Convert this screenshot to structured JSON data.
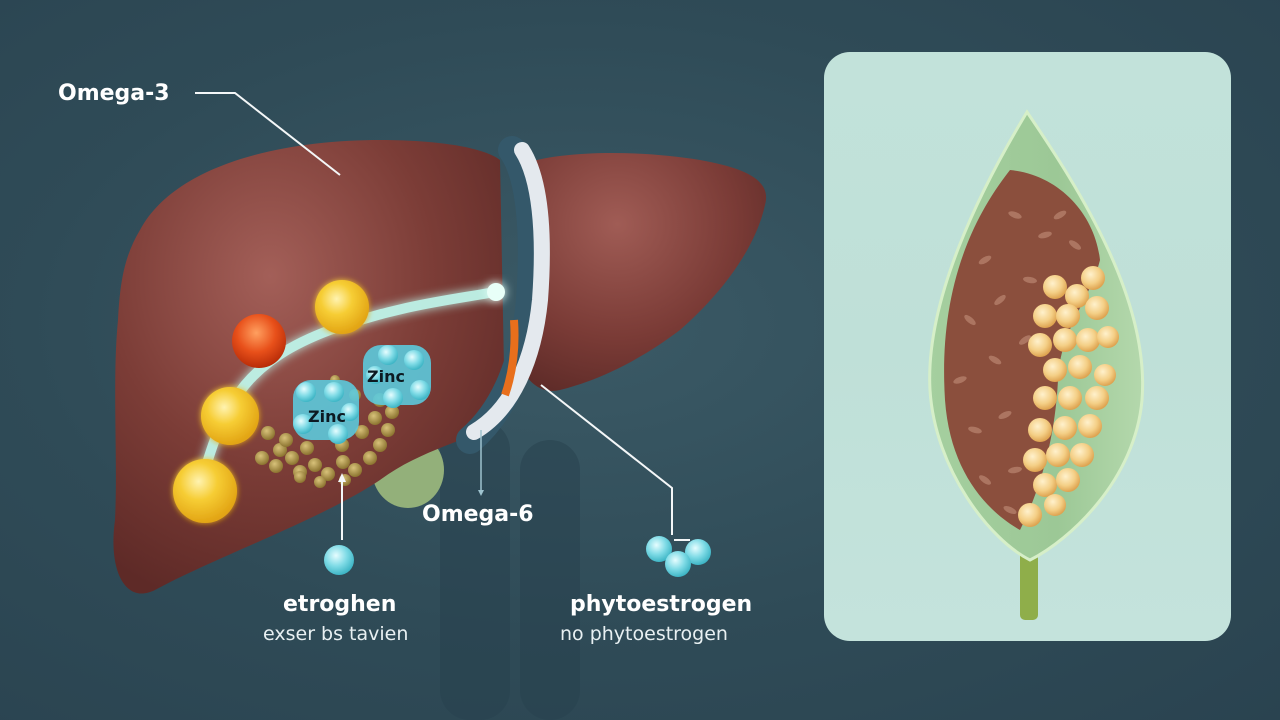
{
  "diagram": {
    "title": "Liver nutrient interaction illustration",
    "labels": {
      "omega3": "Omega-3",
      "omega6": "Omega-6",
      "zinc_1": "Zinc",
      "zinc_2": "Zinc",
      "estrogen_title": "etroghen",
      "estrogen_sub": "exser bs tavien",
      "phyto_title": "phytoestrogen",
      "phyto_sub": "no phytoestrogen"
    },
    "panel": {
      "subject": "leaf-with-flaxseeds-and-soybeans",
      "contents": [
        "flaxseeds",
        "soybeans"
      ]
    },
    "colors": {
      "background": "#2f4b57",
      "liver": "#7a3a35",
      "liver_highlight": "#9a5650",
      "glow_line": "#bff5ea",
      "omega_bead": "#f3c530",
      "red_bead": "#e0440f",
      "zinc_cluster": "#5cd0e0",
      "seed_cluster": "#a08a3c",
      "panel_bg": "#c2e2da",
      "leaf": "#a8d2a4",
      "flaxseed": "#8a4e3e",
      "soybean": "#f0c070"
    }
  }
}
